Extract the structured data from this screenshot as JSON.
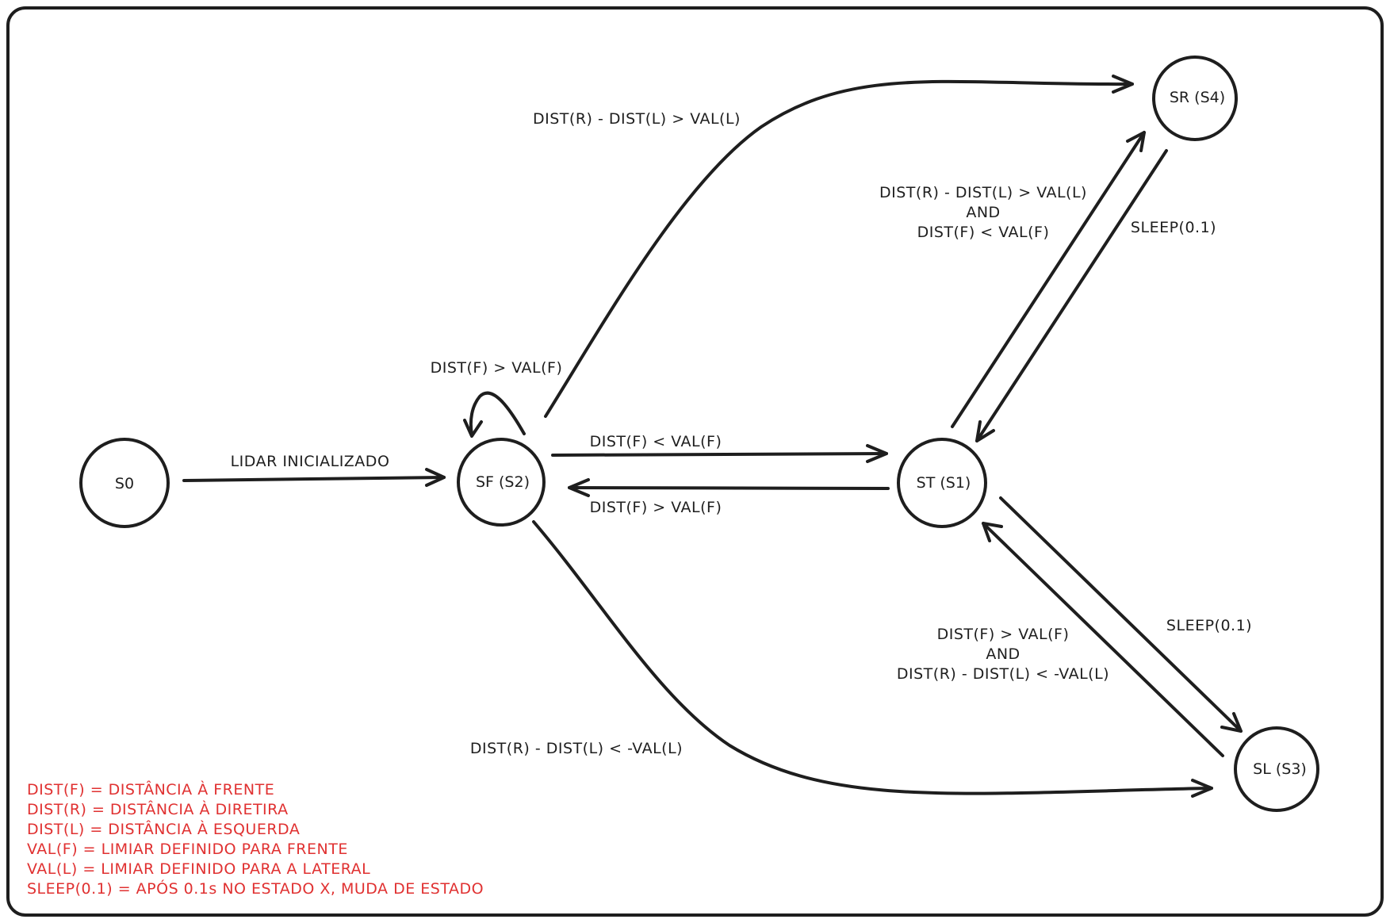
{
  "states": {
    "s0": "S0",
    "sf": "SF (S2)",
    "st": "ST (S1)",
    "sr": "SR (S4)",
    "sl": "SL (S3)"
  },
  "transitions": {
    "s0_sf": "LIDAR INICIALIZADO",
    "sf_self": "DIST(F) > VAL(F)",
    "sf_sr": "DIST(R) - DIST(L) > VAL(L)",
    "sf_st": "DIST(F) < VAL(F)",
    "st_sf": "DIST(F) > VAL(F)",
    "sf_sl": "DIST(R) - DIST(L) < -VAL(L)",
    "st_sr": [
      "DIST(R) - DIST(L) > VAL(L)",
      "AND",
      "DIST(F) < VAL(F)"
    ],
    "sr_st": "SLEEP(0.1)",
    "st_sl": "SLEEP(0.1)",
    "sl_st": [
      "DIST(F) > VAL(F)",
      "AND",
      "DIST(R) - DIST(L) < -VAL(L)"
    ]
  },
  "legend": [
    "DIST(F) = DISTÂNCIA À FRENTE",
    "DIST(R) = DISTÂNCIA À DIRETIRA",
    "DIST(L) = DISTÂNCIA À ESQUERDA",
    "VAL(F) = LIMIAR DEFINIDO PARA FRENTE",
    "VAL(L) = LIMIAR DEFINIDO PARA A LATERAL",
    "SLEEP(0.1) = APÓS 0.1s NO ESTADO X, MUDA DE ESTADO"
  ],
  "colors": {
    "ink": "#1e1e1e",
    "legend": "#e03131",
    "background": "#ffffff"
  }
}
